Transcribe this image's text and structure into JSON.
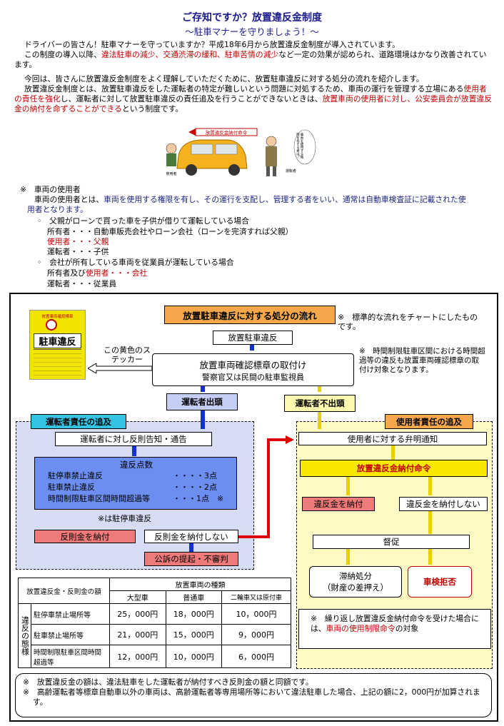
{
  "header": {
    "title": "ご存知ですか？放置違反金制度",
    "subtitle": "～駐車マナーを守りましょう！～"
  },
  "intro": {
    "p1": "ドライバーの皆さん！駐車マナーを守っていますか？平成18年6月から放置違反金制度が導入されています。",
    "p2_a": "この制度の導入以降、",
    "p2_red": "違法駐車の減少、交通渋滞の緩和、駐車苦情の減少",
    "p2_b": "など一定の効果が認められ、道路環境はかなり改善されています。",
    "p3": "今回は、皆さんに放置違反金制度をよく理解していただくために、放置駐車違反に対する処分の流れを紹介します。",
    "p4_a": "放置違反金制度とは、放置駐車違反をした運転者の特定が難しいという問題に対処するため、車両の運行を管理する立場にある",
    "p4_red1": "使用者の責任を強化",
    "p4_b": "し、運転者に対して放置駐車違反の責任追及を行うことができないときは、",
    "p4_red2": "放置車両の使用者に対し、公安委員会が放置違反金の納付を命ずることができる",
    "p4_c": "という制度です。"
  },
  "illustration": {
    "banner": "放置違反金納付命令",
    "label_left": "使用者",
    "label_right": "運転者",
    "bubble": "車両を使用する権限を有する者は？"
  },
  "note": {
    "mark": "※",
    "heading": "車両の使用者",
    "line_a": "車両の使用者とは、",
    "line_blue": "車両を使用する権限を有し、その運行を支配し、管理する者をいい、通常は自動車検査証に記載された使用者となります。",
    "ex1": "父親がローンで買った車を子供が借りて運転している場合",
    "ex1_owner": "所有者・・・自動車販売会社やローン会社（ローンを完済すれば父親）",
    "ex1_user": "使用者・・・父親",
    "ex1_driver": "運転者・・・子供",
    "ex2": "会社が所有している車両を従業員が運転している場合",
    "ex2_owner_a": "所有者及び",
    "ex2_owner_red": "使用者・・・会社",
    "ex2_driver": "運転者・・・従業員"
  },
  "flow": {
    "title": "放置駐車違反に対する処分の流れ",
    "title_note": "※　標準的な流れをチャートにしたものです。",
    "sticker_top": "放置車両確認標章",
    "sticker_main": "駐車違反",
    "sticker_label": "この黄色のステッカー",
    "step1": "放置駐車違反",
    "step2_line1": "放置車両確認標章の取付け",
    "step2_line2": "警察官又は民間の駐車監視員",
    "step2_note": "※　時間制限駐車区間における時間超過等の違反も放置車両確認標章の取付け対象となります。",
    "appear": "運転者出頭",
    "not_appear": "運転者不出頭",
    "driver_resp": "運転者責任の追及",
    "driver_notice": "運転者に対し反則告知・通告",
    "points_title": "違反点数",
    "points": [
      {
        "label": "駐停車禁止違反",
        "value": "・・・・3点"
      },
      {
        "label": "駐車禁止違反",
        "value": "・・・・2点"
      },
      {
        "label": "時間制限駐車区間時間超過等",
        "value": "・・・1点　※"
      }
    ],
    "points_note": "※は駐停車違反",
    "pay_fine": "反則金を納付",
    "not_pay_fine": "反則金を納付しない",
    "prosecution": "公訴の提起・不審判",
    "user_resp": "使用者責任の追及",
    "user_notice": "使用者に対する弁明通知",
    "order": "放置違反金納付命令",
    "pay_penalty": "違反金を納付",
    "not_pay_penalty": "違反金を納付しない",
    "urge": "督促",
    "seizure_line1": "滞納処分",
    "seizure_line2": "（財産の差押え）",
    "inspection_refusal": "車検拒否",
    "repeat_note_a": "※　繰り返し放置違反金納付命令を受けた場合には、",
    "repeat_note_red": "車両の使用制限命令",
    "repeat_note_b": "の対象"
  },
  "fine_table": {
    "corner": "放置違反金・反則金の額",
    "type_header": "放置車両の種類",
    "columns": [
      "大型車",
      "普通車",
      "二輪車又は原付車"
    ],
    "row_header": "違反の態様",
    "rows": [
      {
        "label": "駐停車禁止場所等",
        "values": [
          "25，000円",
          "18，000円",
          "10，000円"
        ]
      },
      {
        "label": "駐車禁止場所等",
        "values": [
          "21，000円",
          "15，000円",
          "9，000円"
        ]
      },
      {
        "label": "時間制限駐車区間時間超過等",
        "values": [
          "12，000円",
          "10，000円",
          "6，000円"
        ]
      }
    ]
  },
  "footnotes": {
    "n1": "※　放置違反金の額は、違法駐車をした運転者が納付すべき反則金の額と同額です。",
    "n2": "※　高齢運転者等標章自動車以外の車両は、高齢運転者等専用場所等において違法駐車した場合、上記の額に2，000円が加算されます。"
  },
  "colors": {
    "title_blue": "#1a1a8c",
    "accent_red": "#c00000",
    "flow_blue": "#1133cc",
    "flow_yellow": "#e8d000",
    "header_orange": "#f4a84a",
    "header_cyan": "#33c3e3",
    "points_blue": "#6b8ef0",
    "pay_red": "#ef7a7a"
  }
}
